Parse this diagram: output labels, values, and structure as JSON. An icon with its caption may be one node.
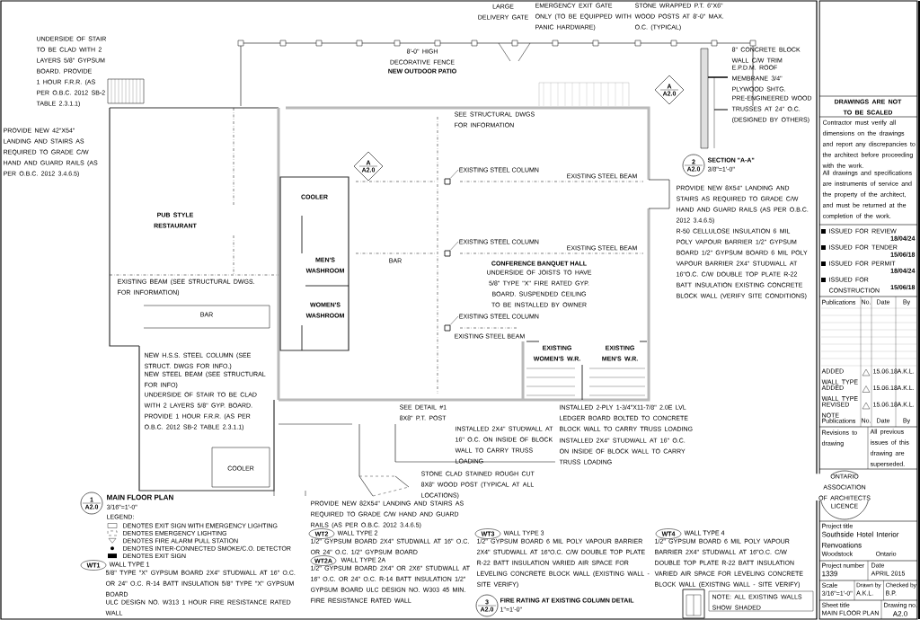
{
  "diagram": {
    "nodes": [
      {
        "text": [
          "EXISTING STEEL COLUMN"
        ]
      },
      {
        "text": [
          "EXISTING STEEL COLUMN"
        ]
      },
      {
        "text": [
          "EXISTING STEEL COLUMN"
        ]
      },
      {
        "text": [],
        "shape": "box"
      },
      {
        "text": [],
        "shape": "box"
      },
      {
        "text": [],
        "shape": "box"
      }
    ],
    "edges": [
      {
        "from": 0,
        "to": 3,
        "arrow": "none"
      },
      {
        "from": 1,
        "to": 4,
        "arrow": "none"
      },
      {
        "from": 2,
        "to": 5,
        "arrow": "none"
      }
    ],
    "labels": [
      "LARGE DELIVERY GATE",
      "EMERGENCY EXIT GATE ONLY (TO BE EQUIPPED WITH PANIC HARDWARE)",
      "STONE WRAPPED P.T. 6\"X6\" WOOD POSTS AT 8'-0\" MAX. O.C. (TYPICAL)",
      "8'-0\" HIGH DECORATIVE FENCE",
      "NEW OUTDOOR PATIO",
      "SEE STRUCTURAL DWGS FOR INFORMATION",
      "EXISTING STEEL BEAM",
      "EXISTING STEEL BEAM",
      "EXISTING STEEL BEAM",
      "CONFERENCE BANQUET HALL",
      "UNDERSIDE OF JOISTS TO HAVE 5/8\" TYPE \"X\" FIRE RATED GYP. BOARD. SUSPENDED CEILING TO BE INSTALLED BY OWNER",
      "BAR",
      "EXISTING WOMEN'S W.R.",
      "EXISTING MEN'S W.R.",
      "PUB STYLE RESTAURANT",
      "MEN'S WASHROOM",
      "WOMEN'S WASHROOM",
      "COOLER",
      "COOLER",
      "BAR",
      "INSTALLED 2X4\" STUDWALL AT 16\" O.C. ON INSIDE OF BLOCK WALL TO CARRY TRUSS LOADING",
      "INSTALLED 2-PLY 1-3/4\"X11-7/8\" 2.0E LVL LEDGER BOARD BOLTED TO CONCRETE BLOCK WALL TO CARRY TRUSS LOADING",
      "INSTALLED 2X4\" STUDWALL AT 16\" O.C. ON INSIDE OF BLOCK WALL TO CARRY TRUSS LOADING",
      "STONE CLAD STAINED ROUGH CUT 8X8\" WOOD POST (TYPICAL AT ALL LOCATIONS)",
      "SEE DETAIL #1 8X8\" P.T. POST",
      "PROVIDE NEW 8X54\" LANDING AND STAIRS AS REQUIRED TO GRADE C/W HAND AND GUARD RAILS (AS PER O.B.C. 2012 3.4.6.5)",
      "PROVIDE NEW 82X54\" LANDING AND STAIRS AS REQUIRED TO GRADE C/W HAND AND GUARD RAILS (AS PER O.B.C. 2012 3.4.6.5)",
      "UNDERSIDE OF STAIR TO BE CLAD WITH 2 LAYERS 5/8\" GYP. BOARD. PROVIDE 1 HOUR F.R.R. (AS PER O.B.C. 2012 SB-2 TABLE 2.3.1.1)",
      "NEW H.S.S. STEEL COLUMN (SEE STRUCT. DWGS FOR INFO.)",
      "NEW STEEL BEAM (SEE STRUCTURAL FOR INFO)",
      "EXISTING BEAM (SEE STRUCTURAL DWGS. FOR INFORMATION)",
      "MAIN FLOOR PLAN",
      "3/16\"=1'-0\"",
      "SECTION \"A-A\"",
      "3/8\"=1'-0\"",
      "FIRE RATING AT EXISTING COLUMN DETAIL",
      "1\"=1'-0\"",
      "NOTE: ALL EXISTING WALLS SHOW SHADED",
      "8\" CONCRETE BLOCK WALL C/W TRIM",
      "E.P.D.M. ROOF MEMBRANE 3/4\" PLYWOOD SHTG.",
      "PRE-ENGINEERED WOOD TRUSSES AT 24\" O.C. (DESIGNED BY OTHERS)",
      "R-50 CELLULOSE INSULATION 6 MIL POLY VAPOUR BARRIER 1/2\" GYPSUM BOARD 1/2\" GYPSUM BOARD 6 MIL POLY VAPOUR BARRIER 2X4\" STUDWALL AT 16\"O.C. C/W DOUBLE TOP PLATE R-22 BATT INSULATION EXISTING CONCRETE BLOCK WALL (VERIFY SITE CONDITIONS)",
      "UNDERSIDE OF STAIR TO BE CLAD WITH 2 LAYERS 5/8\" GYPSUM BOARD. PROVIDE 1 HOUR F.R.R. (AS PER O.B.C. 2012 SB-2 TABLE 2.3.1.1)",
      "PROVIDE NEW 42\"X54\" LANDING AND STAIRS AS REQUIRED TO GRADE C/W HAND AND GUARD RAILS (AS PER O.B.C. 2012 3.4.6.5)",
      "LEGEND:",
      "WT1",
      "WALL TYPE 1",
      "5/8\" TYPE \"X\" GYPSUM BOARD 2X4\" STUDWALL AT 16\" O.C. OR 24\" O.C. R-14 BATT INSULATION 5/8\" TYPE \"X\" GYPSUM BOARD",
      "ULC DESIGN NO. W313 1 HOUR FIRE RESISTANCE RATED WALL",
      "WT2",
      "WALL TYPE 2",
      "1/2\" GYPSUM BOARD 2X4\" STUDWALL AT 16\" O.C. OR 24\" O.C. 1/2\" GYPSUM BOARD",
      "WT2A",
      "WALL TYPE 2A",
      "1/2\" GYPSUM BOARD 2X4\" OR 2X6\" STUDWALL AT 16\" O.C. OR 24\" O.C. R-14 BATT INSULATION 1/2\" GYPSUM BOARD ULC DESIGN NO. W303 45 MIN. FIRE RESISTANCE RATED WALL",
      "WT3",
      "WALL TYPE 3",
      "1/2\" GYPSUM BOARD 6 MIL POLY VAPOUR BARRIER 2X4\" STUDWALL AT 16\"O.C. C/W DOUBLE TOP PLATE R-22 BATT INSULATION VARIED AIR SPACE FOR LEVELING CONCRETE BLOCK WALL (EXISTING WALL - SITE VERIFY)",
      "WT4",
      "WALL TYPE 4",
      "1/2\" GYPSUM BOARD 6 MIL POLY VAPOUR BARRIER 2X4\" STUDWALL AT 16\"O.C. C/W DOUBLE TOP PLATE R-22 BATT INSULATION VARIED AIR SPACE FOR LEVELING CONCRETE BLOCK WALL (EXISTING WALL - SITE VERIFY)",
      "DRAWINGS ARE NOT TO BE SCALED",
      "Contractor must verify all dimensions on the drawings and report any discrepancies to the architect before proceeding with the work.",
      "All drawings and specifications are instruments of service and the property of the architect, and must be returned at the completion of the work.",
      "ISSUED FOR REVIEW",
      "18/04/24",
      "ISSUED FOR TENDER",
      "15/06/18",
      "ISSUED FOR PERMIT",
      "18/04/24",
      "ISSUED FOR CONSTRUCTION",
      "15/06/18",
      "Publications",
      "No.",
      "Date",
      "By",
      "ADDED WALL TYPE",
      "15.06.18",
      "A.K.L.",
      "ADDED WALL TYPE",
      "15.06.18",
      "A.K.L.",
      "REVISED NOTE",
      "15.06.18",
      "A.K.L.",
      "Publications",
      "No.",
      "Date",
      "By",
      "Revisions to drawing",
      "All previous issues of this drawing are superseded.",
      "ONTARIO ASSOCIATION OF ARCHITECTS",
      "LICENCE",
      "Project title",
      "Southside Hotel Interior Renvoations",
      "Woodstock",
      "Ontario",
      "Project number",
      "1339",
      "Date",
      "APRIL 2015",
      "Scale",
      "3/16\"=1'-0\"",
      "Drawn by",
      "A.K.L.",
      "Checked by",
      "B.P.",
      "Sheet title",
      "MAIN FLOOR PLAN",
      "Drawing no.",
      "A2.0",
      "1",
      "A2.0",
      "2",
      "A2.0",
      "3",
      "A2.0",
      "A",
      "A2.0",
      "A",
      "A2.0"
    ],
    "legend": [
      {
        "text": "DENOTES EXIT SIGN WITH EMERGENCY LIGHTING"
      },
      {
        "text": "DENOTES EMERGENCY LIGHTING"
      },
      {
        "text": "DENOTES FIRE ALARM PULL STATION"
      },
      {
        "text": "DENOTES INTER-CONNECTED SMOKE/C.O. DETECTOR"
      },
      {
        "text": "DENOTES EXIT SIGN"
      }
    ]
  }
}
